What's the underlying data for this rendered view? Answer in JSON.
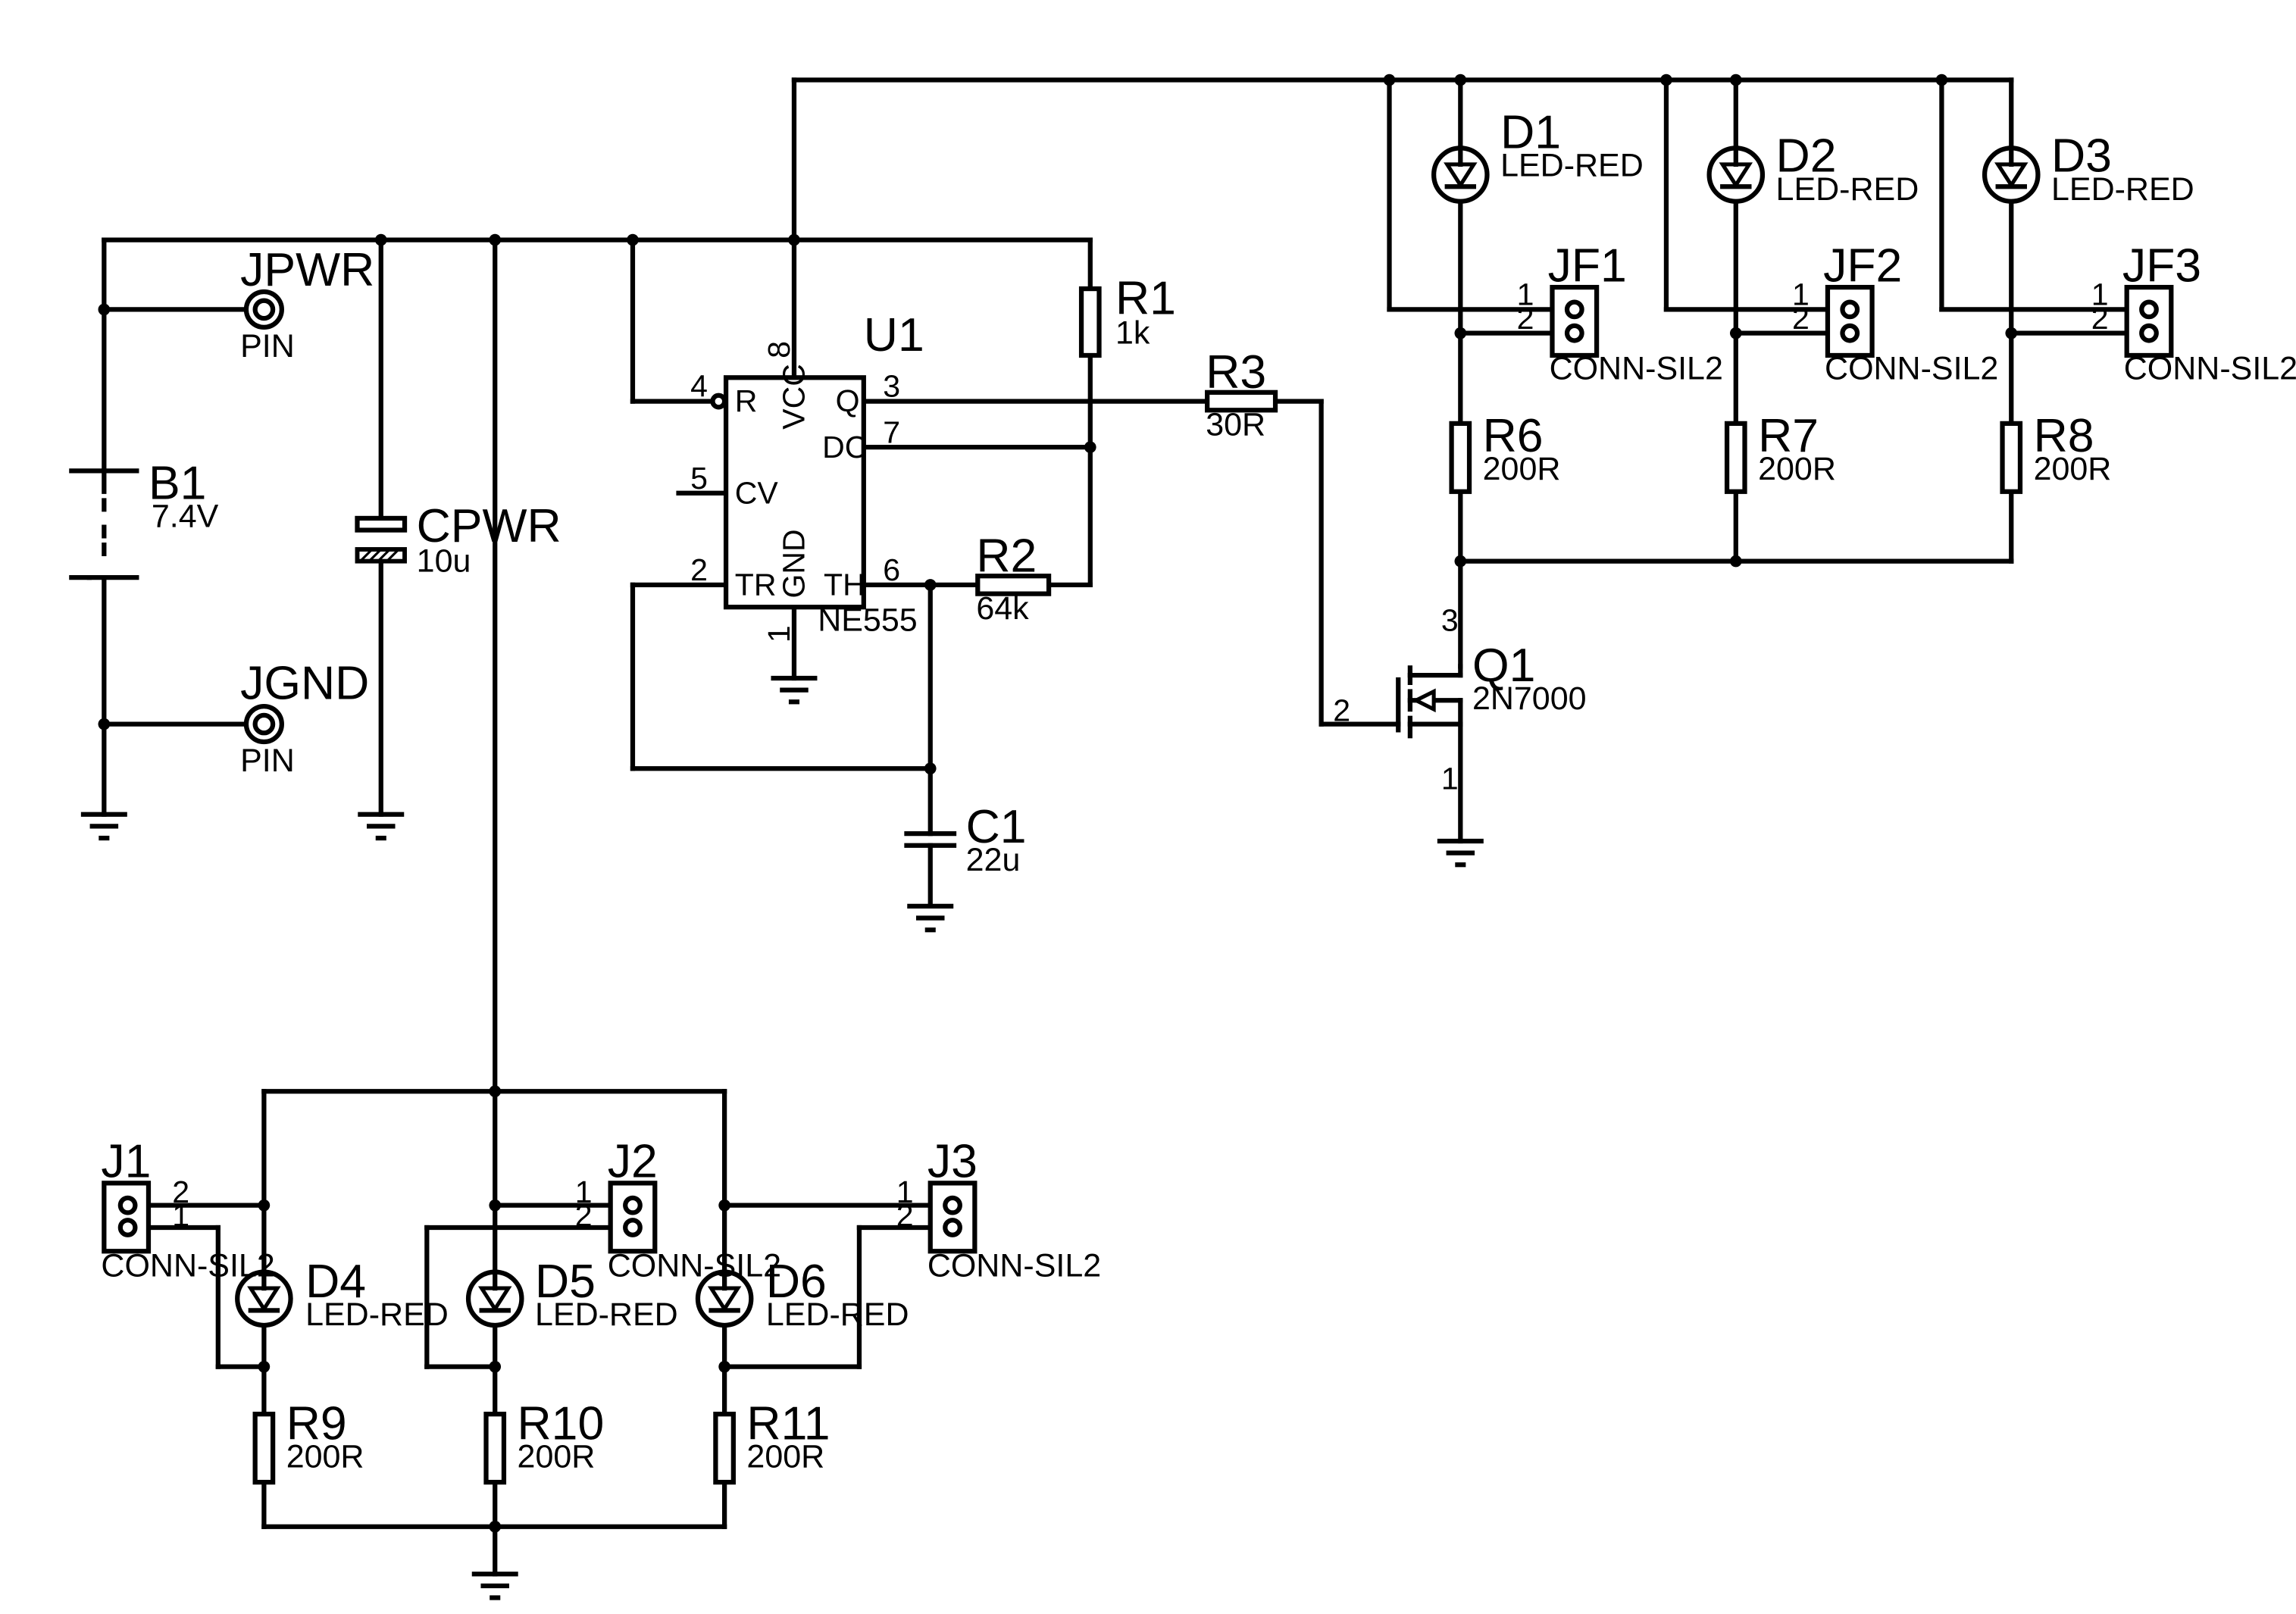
{
  "components": {
    "U1": {
      "ref": "U1",
      "value": "NE555"
    },
    "R1": {
      "ref": "R1",
      "value": "1k"
    },
    "R2": {
      "ref": "R2",
      "value": "64k"
    },
    "R3": {
      "ref": "R3",
      "value": "30R"
    },
    "R6": {
      "ref": "R6",
      "value": "200R"
    },
    "R7": {
      "ref": "R7",
      "value": "200R"
    },
    "R8": {
      "ref": "R8",
      "value": "200R"
    },
    "R9": {
      "ref": "R9",
      "value": "200R"
    },
    "R10": {
      "ref": "R10",
      "value": "200R"
    },
    "R11": {
      "ref": "R11",
      "value": "200R"
    },
    "C1": {
      "ref": "C1",
      "value": "22u"
    },
    "CPWR": {
      "ref": "CPWR",
      "value": "10u"
    },
    "B1": {
      "ref": "B1",
      "value": "7.4V"
    },
    "JPWR": {
      "ref": "JPWR",
      "value": "PIN"
    },
    "JGND": {
      "ref": "JGND",
      "value": "PIN"
    },
    "Q1": {
      "ref": "Q1",
      "value": "2N7000"
    },
    "D1": {
      "ref": "D1",
      "value": "LED-RED"
    },
    "D2": {
      "ref": "D2",
      "value": "LED-RED"
    },
    "D3": {
      "ref": "D3",
      "value": "LED-RED"
    },
    "D4": {
      "ref": "D4",
      "value": "LED-RED"
    },
    "D5": {
      "ref": "D5",
      "value": "LED-RED"
    },
    "D6": {
      "ref": "D6",
      "value": "LED-RED"
    },
    "JF1": {
      "ref": "JF1",
      "value": "CONN-SIL2"
    },
    "JF2": {
      "ref": "JF2",
      "value": "CONN-SIL2"
    },
    "JF3": {
      "ref": "JF3",
      "value": "CONN-SIL2"
    },
    "J1": {
      "ref": "J1",
      "value": "CONN-SIL2"
    },
    "J2": {
      "ref": "J2",
      "value": "CONN-SIL2"
    },
    "J3": {
      "ref": "J3",
      "value": "CONN-SIL2"
    }
  },
  "ne555_pins": {
    "r_name": "R",
    "vcc_name": "VCC",
    "q_name": "Q",
    "dc_name": "DC",
    "cv_name": "CV",
    "tr_name": "TR",
    "gnd_name": "GND",
    "th_name": "TH",
    "p1": "1",
    "p2": "2",
    "p3": "3",
    "p4": "4",
    "p5": "5",
    "p6": "6",
    "p7": "7",
    "p8": "8"
  },
  "q1_pins": {
    "gate": "2",
    "drain": "3",
    "source": "1"
  },
  "conn_pins": {
    "one": "1",
    "two": "2"
  }
}
